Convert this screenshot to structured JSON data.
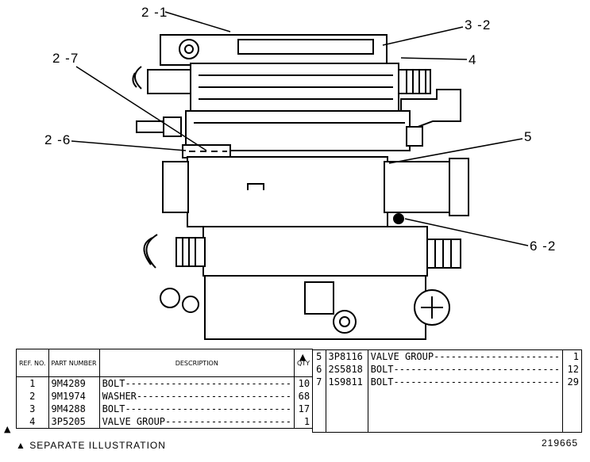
{
  "callouts": {
    "c2_1": "2 -1",
    "c3_2": "3 -2",
    "c4": "4",
    "c2_7": "2 -7",
    "c2_6": "2 -6",
    "c5": "5",
    "c6_2": "6 -2"
  },
  "table": {
    "headers": {
      "ref": "REF. NO.",
      "part": "PART NUMBER",
      "desc": "DESCRIPTION",
      "qty": "QTY"
    },
    "left_rows": [
      {
        "ref": "1",
        "part": "9M4289",
        "desc": "BOLT-----------------------------",
        "qty": "10",
        "marker": ""
      },
      {
        "ref": "2",
        "part": "9M1974",
        "desc": "WASHER---------------------------",
        "qty": "68",
        "marker": ""
      },
      {
        "ref": "3",
        "part": "9M4288",
        "desc": "BOLT-----------------------------",
        "qty": "17",
        "marker": ""
      },
      {
        "ref": "4",
        "part": "3P5205",
        "desc": "VALVE GROUP----------------------",
        "qty": "1",
        "marker": "▲"
      }
    ],
    "right_rows": [
      {
        "ref": "5",
        "part": "3P8116",
        "desc": "VALVE GROUP----------------------",
        "qty": "1",
        "marker": "▲"
      },
      {
        "ref": "6",
        "part": "2S5818",
        "desc": "BOLT-----------------------------",
        "qty": "12",
        "marker": ""
      },
      {
        "ref": "7",
        "part": "1S9811",
        "desc": "BOLT-----------------------------",
        "qty": "29",
        "marker": ""
      }
    ]
  },
  "footnote": "▲ SEPARATE ILLUSTRATION",
  "illustration_number": "219665"
}
